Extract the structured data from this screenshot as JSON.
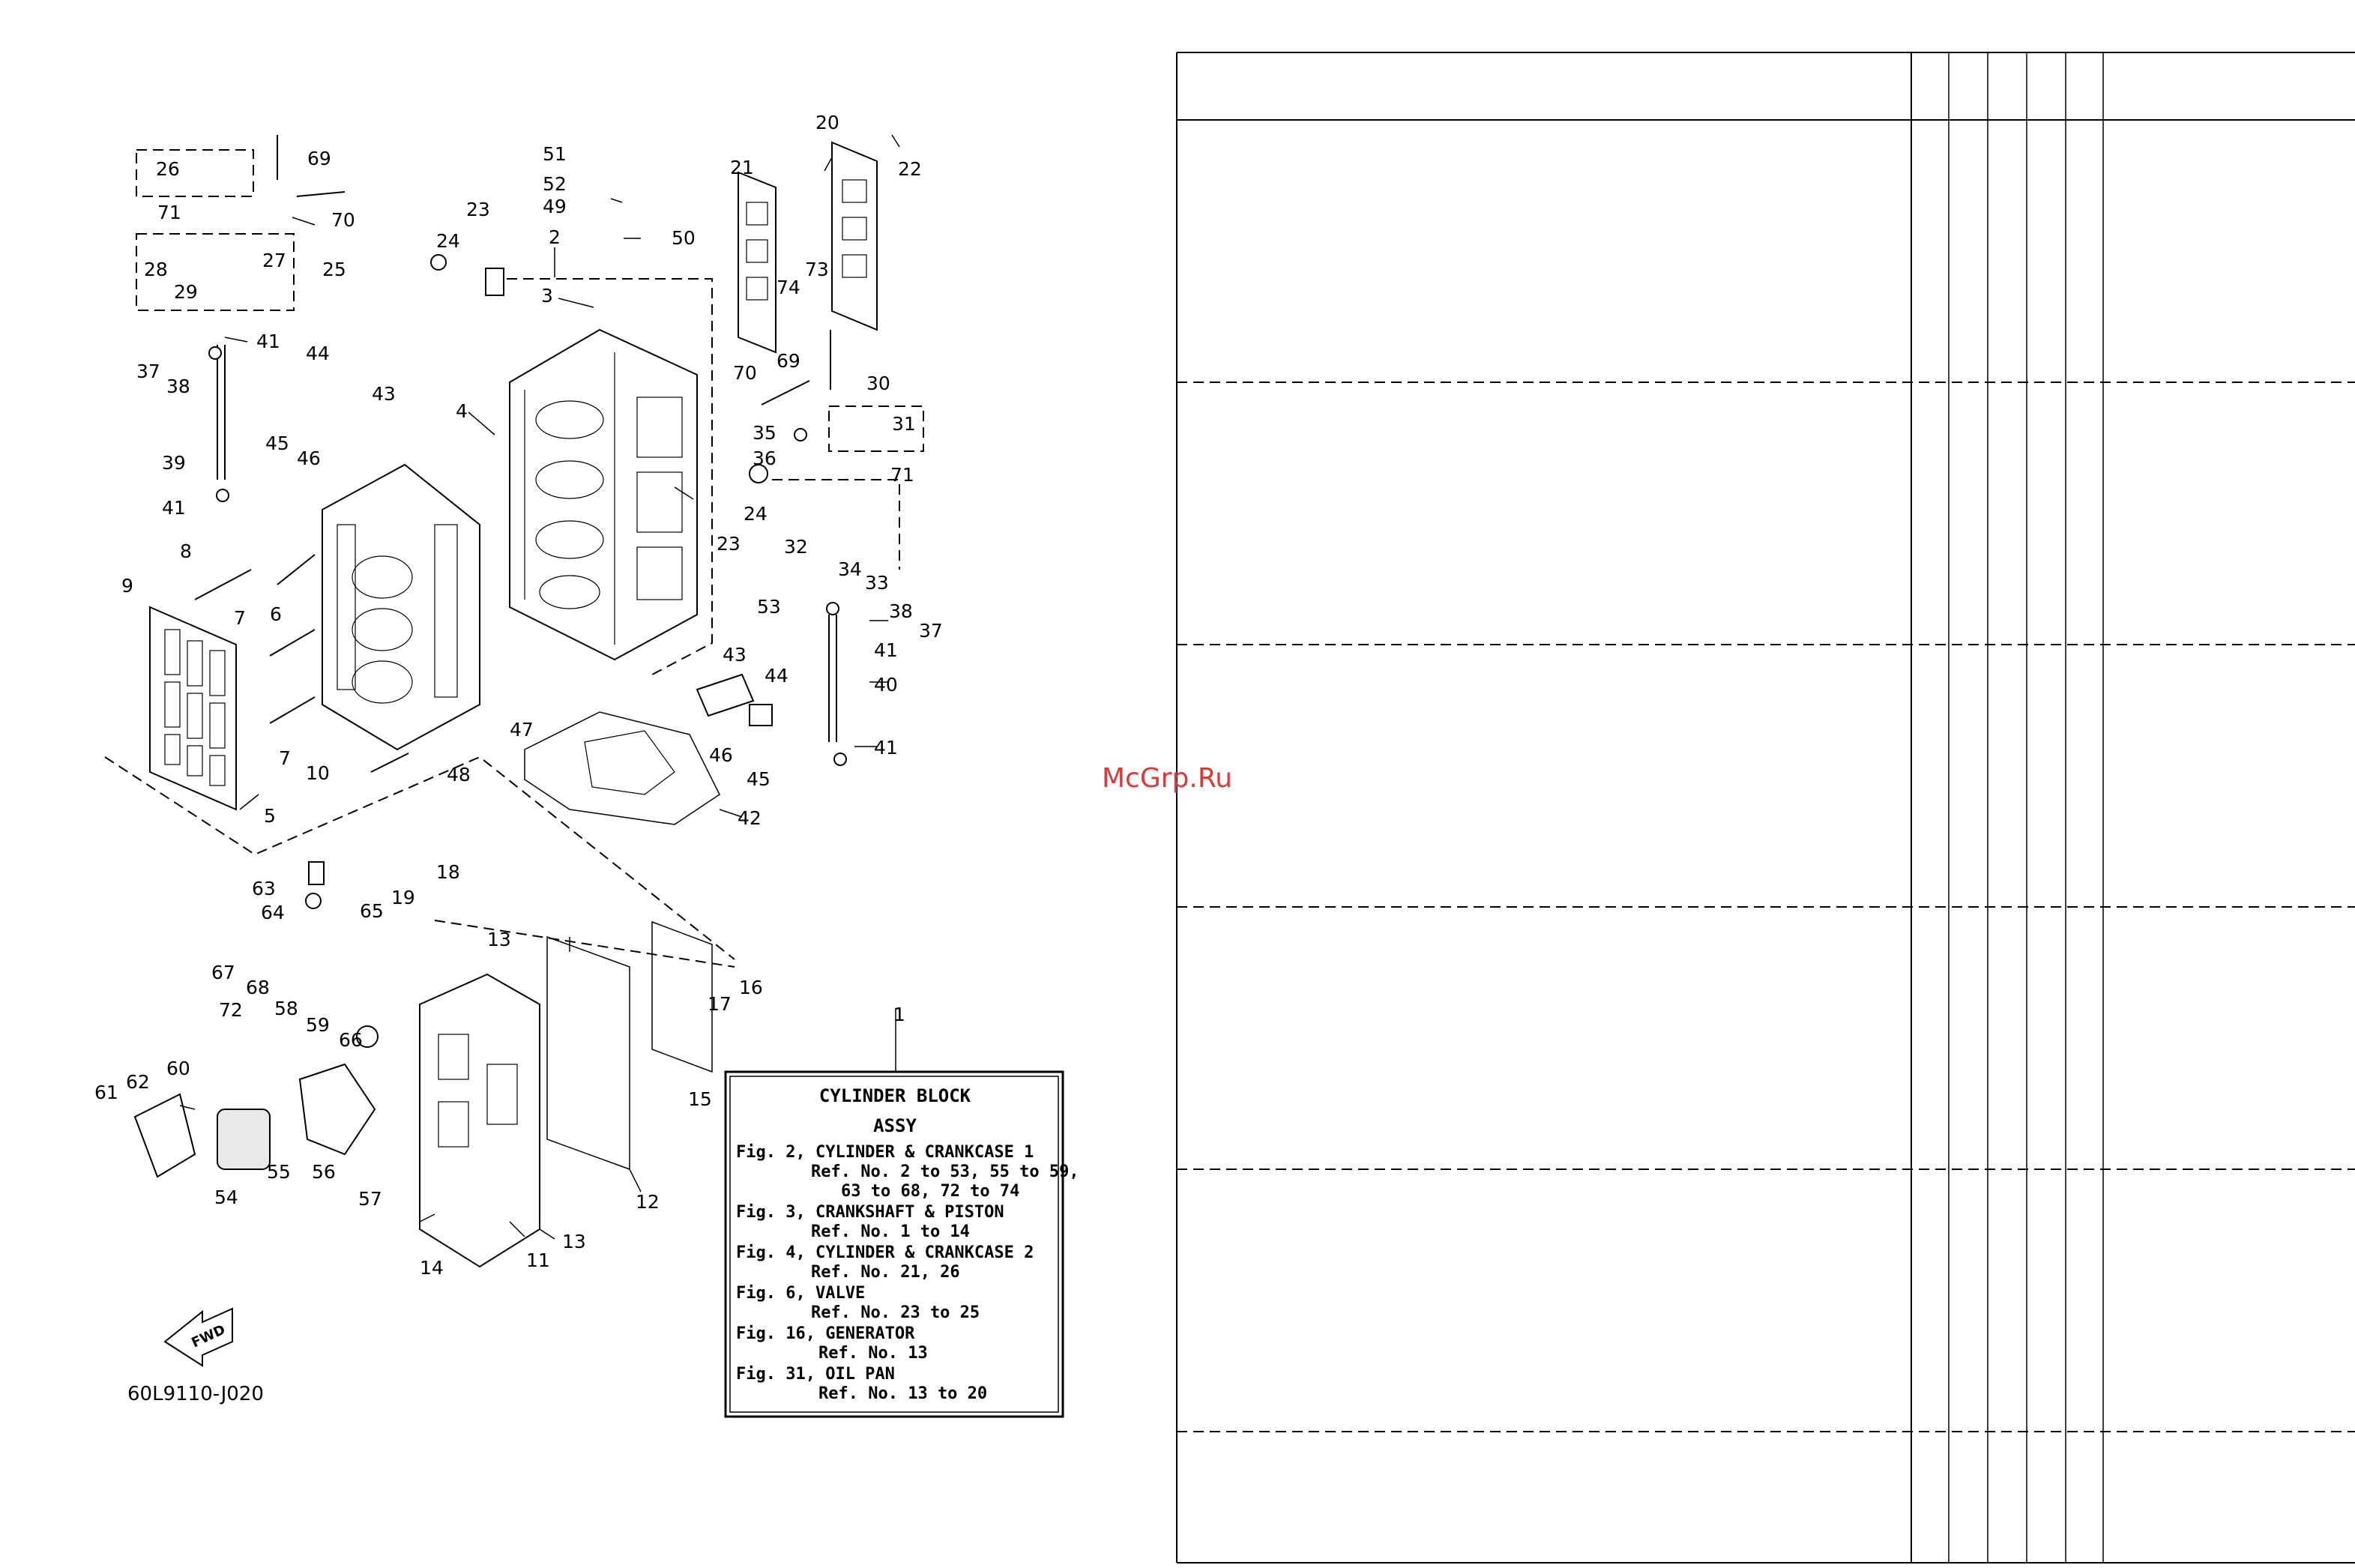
{
  "diagram": {
    "part_code": "60L9110-J020",
    "fwd_label": "FWD",
    "callouts": {
      "c1": "1",
      "c2": "2",
      "c3": "3",
      "c4": "4",
      "c5": "5",
      "c6": "6",
      "c7a": "7",
      "c7b": "7",
      "c8": "8",
      "c9": "9",
      "c10": "10",
      "c11": "11",
      "c12": "12",
      "c13a": "13",
      "c13b": "13",
      "c14": "14",
      "c15": "15",
      "c16": "16",
      "c17": "17",
      "c18": "18",
      "c19": "19",
      "c20": "20",
      "c21": "21",
      "c22": "22",
      "c23a": "23",
      "c23b": "23",
      "c24a": "24",
      "c24b": "24",
      "c25": "25",
      "c26": "26",
      "c27": "27",
      "c28": "28",
      "c29": "29",
      "c30": "30",
      "c31": "31",
      "c32": "32",
      "c33": "33",
      "c34": "34",
      "c35": "35",
      "c36": "36",
      "c37a": "37",
      "c37b": "37",
      "c38a": "38",
      "c38b": "38",
      "c39": "39",
      "c40": "40",
      "c41a": "41",
      "c41b": "41",
      "c41c": "41",
      "c41d": "41",
      "c42": "42",
      "c43a": "43",
      "c43b": "43",
      "c44a": "44",
      "c44b": "44",
      "c45a": "45",
      "c45b": "45",
      "c46a": "46",
      "c46b": "46",
      "c47": "47",
      "c48": "48",
      "c49": "49",
      "c50": "50",
      "c51": "51",
      "c52": "52",
      "c53": "53",
      "c54": "54",
      "c55": "55",
      "c56": "56",
      "c57": "57",
      "c58": "58",
      "c59": "59",
      "c60": "60",
      "c61": "61",
      "c62": "62",
      "c63": "63",
      "c64": "64",
      "c65": "65",
      "c66": "66",
      "c67": "67",
      "c68": "68",
      "c69a": "69",
      "c69b": "69",
      "c70a": "70",
      "c70b": "70",
      "c71a": "71",
      "c71b": "71",
      "c72": "72",
      "c73": "73",
      "c74": "74"
    },
    "legend": {
      "title_line1": "CYLINDER BLOCK",
      "title_line2": "ASSY",
      "lines": [
        "Fig. 2, CYLINDER & CRANKCASE 1",
        "Ref. No. 2 to 53, 55 to 59,",
        "63 to 68, 72 to 74",
        "Fig. 3, CRANKSHAFT & PISTON",
        "Ref. No. 1 to 14",
        "Fig. 4, CYLINDER & CRANKCASE 2",
        "Ref. No. 21, 26",
        "Fig. 6, VALVE",
        "Ref. No. 23 to 25",
        "Fig. 16, GENERATOR",
        "Ref. No. 13",
        "Fig. 31, OIL PAN",
        "Ref. No. 13 to 20"
      ]
    }
  },
  "watermark": "McGrp.Ru",
  "parts_table": {
    "rows": 6,
    "columns": 7
  },
  "colors": {
    "line": "#000000",
    "background": "#ffffff",
    "watermark": "#d93a3a"
  }
}
